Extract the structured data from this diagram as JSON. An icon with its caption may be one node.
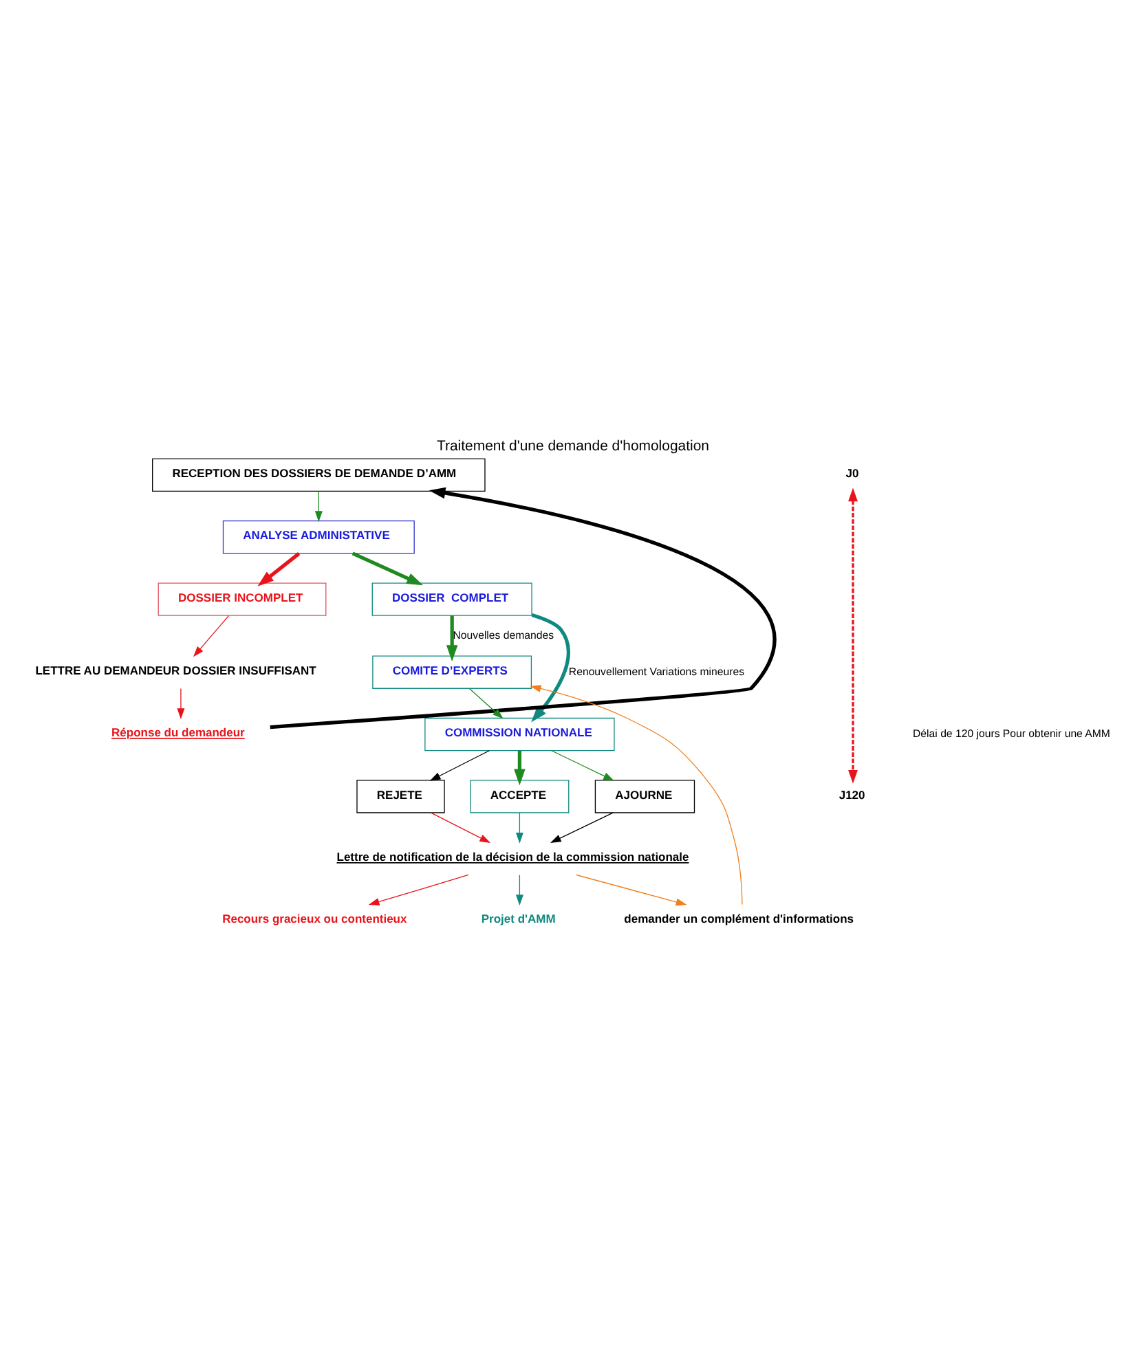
{
  "diagram": {
    "title": "Traitement d'une demande d'homologation",
    "nodes": [
      {
        "text": [
          "RECEPTION DES DOSSIERS DE DEMANDE D’AMM"
        ]
      },
      {
        "text": [
          "ANALYSE ADMINISTATIVE"
        ]
      },
      {
        "text": [
          "DOSSIER INCOMPLET"
        ]
      },
      {
        "text": [
          "DOSSIER  COMPLET"
        ]
      },
      {
        "text": [
          "LETTRE AU DEMANDEUR DOSSIER INSUFFISANT"
        ]
      },
      {
        "text": [
          "Réponse du demandeur"
        ]
      },
      {
        "text": [
          "COMITE D’EXPERTS"
        ]
      },
      {
        "text": [
          "COMMISSION NATIONALE"
        ]
      },
      {
        "text": [
          "REJETE"
        ]
      },
      {
        "text": [
          "ACCEPTE"
        ]
      },
      {
        "text": [
          "AJOURNE"
        ]
      },
      {
        "text": [
          "Lettre de notification de la décision de la commission nationale"
        ]
      },
      {
        "text": [
          "Recours gracieux ou contentieux"
        ]
      },
      {
        "text": [
          "Projet d'AMM"
        ]
      },
      {
        "text": [
          "demander un complément d'informations"
        ]
      },
      {
        "text": [
          "J0"
        ]
      },
      {
        "text": [
          "J120"
        ]
      }
    ],
    "edges": [
      {
        "from": 0,
        "to": 1,
        "arrow": "to"
      },
      {
        "from": 1,
        "to": 2,
        "arrow": "to",
        "style": "thick",
        "color": "#e8141b"
      },
      {
        "from": 1,
        "to": 3,
        "arrow": "to",
        "style": "thick"
      },
      {
        "from": 2,
        "to": 4,
        "arrow": "to",
        "color": "#e8141b"
      },
      {
        "from": 4,
        "to": 5,
        "arrow": "to",
        "color": "#e8141b"
      },
      {
        "from": 5,
        "to": 0,
        "arrow": "to",
        "style": "thick",
        "color": "#000000"
      },
      {
        "from": 3,
        "to": 7,
        "arrow": "to",
        "label": "Renouvellement Variations mineures",
        "style": "thick",
        "color": "#108a80"
      },
      {
        "from": 3,
        "to": 6,
        "arrow": "to",
        "label": "Nouvelles demandes",
        "style": "thick"
      },
      {
        "from": 6,
        "to": 7,
        "arrow": "to"
      },
      {
        "from": 7,
        "to": 8,
        "arrow": "to",
        "color": "#000000"
      },
      {
        "from": 7,
        "to": 9,
        "arrow": "to",
        "style": "thick"
      },
      {
        "from": 7,
        "to": 10,
        "arrow": "to"
      },
      {
        "from": 8,
        "to": 11,
        "arrow": "to",
        "color": "#e8141b"
      },
      {
        "from": 9,
        "to": 11,
        "arrow": "to",
        "color": "#108a80"
      },
      {
        "from": 10,
        "to": 11,
        "arrow": "to",
        "color": "#000000"
      },
      {
        "from": 11,
        "to": 12,
        "arrow": "to",
        "color": "#e8141b"
      },
      {
        "from": 11,
        "to": 13,
        "arrow": "to",
        "color": "#108a80"
      },
      {
        "from": 11,
        "to": 14,
        "arrow": "to",
        "color": "#f07f1e"
      },
      {
        "from": 14,
        "to": 6,
        "arrow": "to",
        "color": "#f07f1e"
      },
      {
        "from": 15,
        "to": 16,
        "arrow": "both",
        "style": "dashed",
        "color": "#e8141b"
      }
    ],
    "labels": [
      "Délai de 120 jours Pour obtenir une AMM"
    ]
  }
}
